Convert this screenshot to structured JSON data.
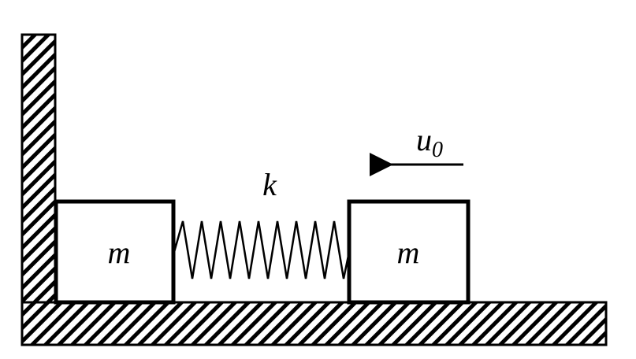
{
  "diagram": {
    "labels": {
      "left_mass": "m",
      "right_mass": "m",
      "spring_constant": "k",
      "velocity_symbol": "u",
      "velocity_subscript": "0"
    },
    "colors": {
      "stroke": "#000000",
      "background": "#ffffff"
    }
  }
}
